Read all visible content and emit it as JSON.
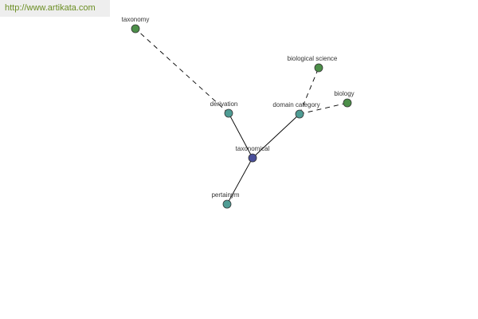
{
  "watermark": {
    "text": "http://www.artikata.com"
  },
  "colors": {
    "center": "#4a4f9a",
    "direct": "#4f9c94",
    "leaf": "#4c8f49",
    "watermark_text": "#6b8e23",
    "watermark_bg": "#eeeeee"
  },
  "graph": {
    "nodes": [
      {
        "id": "taxonomical",
        "label": "taxonomical",
        "role": "center"
      },
      {
        "id": "derivation",
        "label": "derivation",
        "role": "direct"
      },
      {
        "id": "domain-category",
        "label": "domain category",
        "role": "direct"
      },
      {
        "id": "pertainym",
        "label": "pertainym",
        "role": "direct"
      },
      {
        "id": "taxonomy",
        "label": "taxonomy",
        "role": "leaf"
      },
      {
        "id": "biological-science",
        "label": "biological science",
        "role": "leaf"
      },
      {
        "id": "biology",
        "label": "biology",
        "role": "leaf"
      }
    ],
    "edges": [
      {
        "from": "taxonomical",
        "to": "derivation",
        "style": "solid"
      },
      {
        "from": "taxonomical",
        "to": "domain-category",
        "style": "solid"
      },
      {
        "from": "taxonomical",
        "to": "pertainym",
        "style": "solid"
      },
      {
        "from": "derivation",
        "to": "taxonomy",
        "style": "dashed"
      },
      {
        "from": "domain-category",
        "to": "biological-science",
        "style": "dashed"
      },
      {
        "from": "domain-category",
        "to": "biology",
        "style": "dashed"
      }
    ]
  }
}
